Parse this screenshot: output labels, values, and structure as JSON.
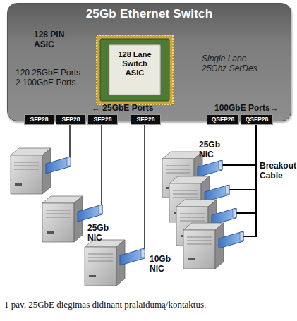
{
  "diagram": {
    "caption": "1 pav. 25GbE diegimas didinant pralaidumą/kontaktus.",
    "nodes": [
      {
        "text": [
          "25Gb Ethernet Switch"
        ]
      },
      {
        "text": [
          "128 Lane Switch ASIC"
        ],
        "in": 0
      },
      {
        "text": [
          "SFP28"
        ],
        "in": 0
      },
      {
        "text": [
          "SFP28"
        ],
        "in": 0
      },
      {
        "text": [
          "SFP28"
        ],
        "in": 0
      },
      {
        "text": [
          "SFP28"
        ],
        "in": 0
      },
      {
        "text": [
          "QSFP28"
        ],
        "in": 0
      },
      {
        "text": [
          "QSFP28"
        ],
        "in": 0
      }
    ],
    "labels": [
      "128 PIN ASIC",
      "120 25GbE Ports",
      "2 100GbE Ports",
      "Single Lane 25Ghz SerDes",
      "← 25GbE Ports",
      "100GbE Ports→",
      "25Gb NIC",
      "25Gb NIC",
      "10Gb NIC",
      "Breakout Cable"
    ]
  }
}
